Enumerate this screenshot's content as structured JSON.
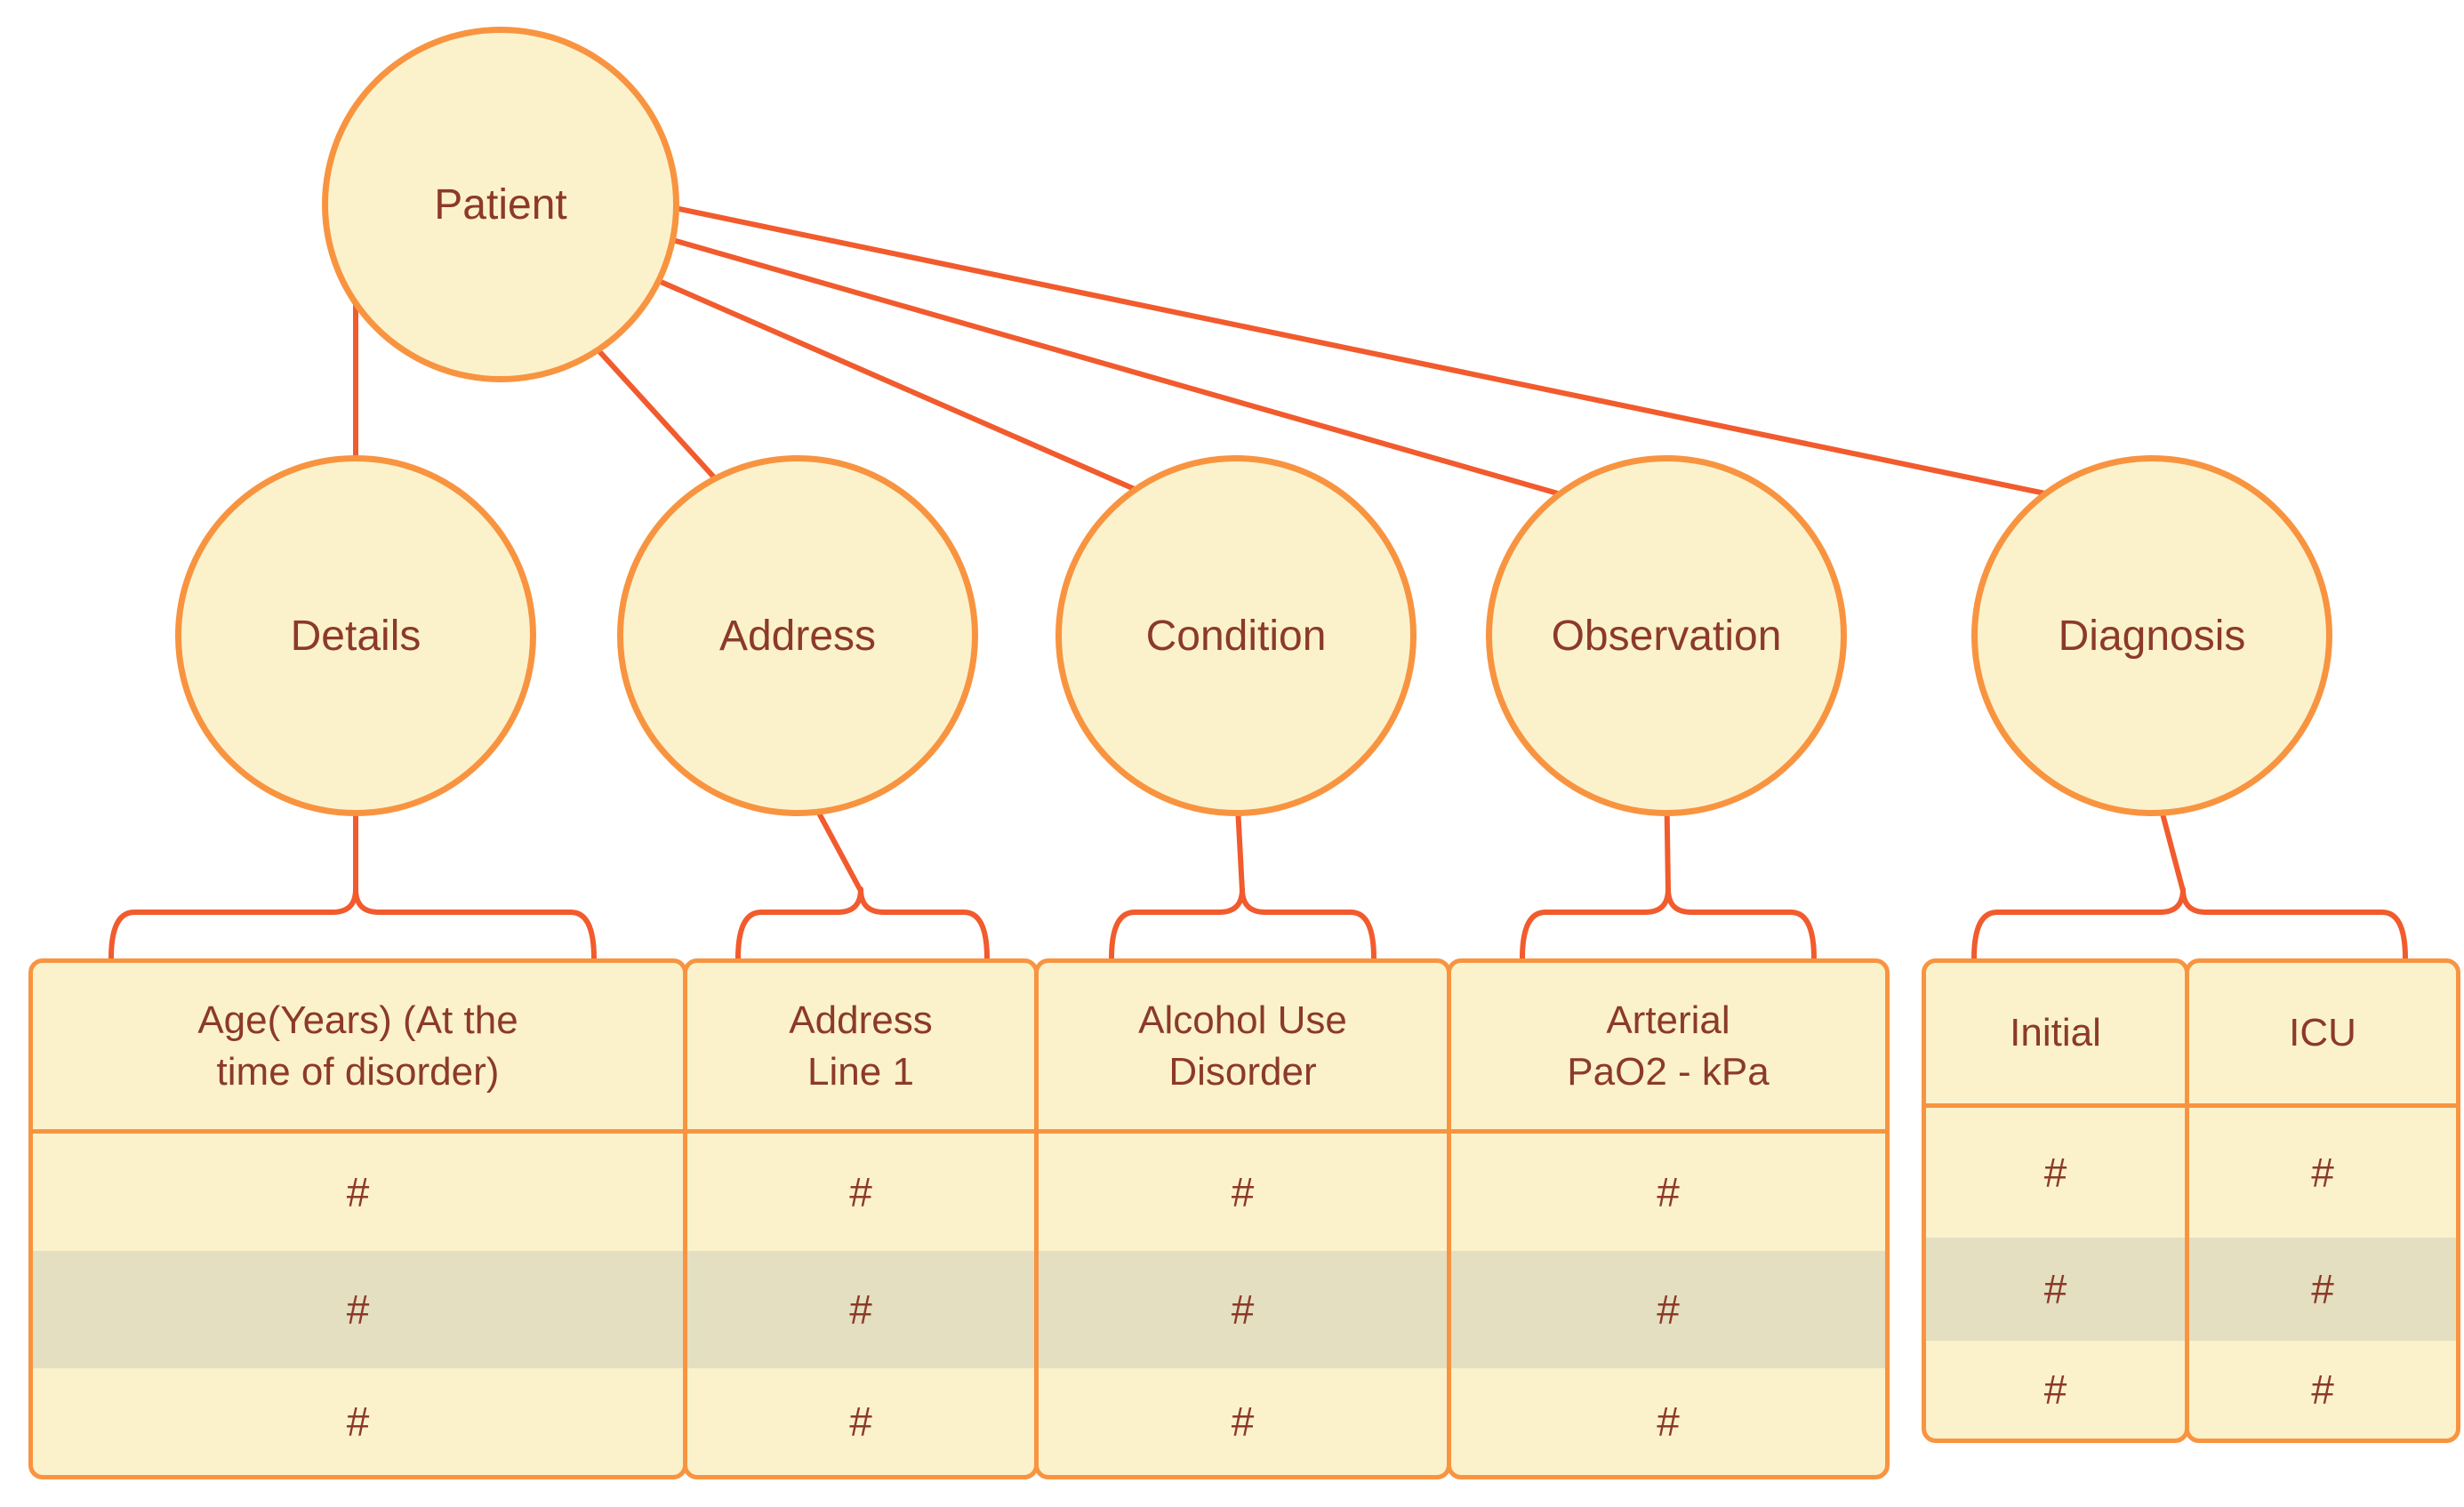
{
  "colors": {
    "background": "#FFFFFF",
    "node_fill": "#FBF2CC",
    "node_border": "#F89440",
    "table_border": "#F89440",
    "connector": "#F15B2D",
    "text": "#8C3A28",
    "row_stripe": "#E4DFC1"
  },
  "root": {
    "label": "Patient"
  },
  "entities": [
    {
      "label": "Details"
    },
    {
      "label": "Address"
    },
    {
      "label": "Condition"
    },
    {
      "label": "Observation"
    },
    {
      "label": "Diagnosis"
    }
  ],
  "tables": [
    {
      "header": "Age(Years) (At the\ntime of disorder)",
      "rows": [
        "#",
        "#",
        "#"
      ]
    },
    {
      "header": "Address\nLine 1",
      "rows": [
        "#",
        "#",
        "#"
      ]
    },
    {
      "header": "Alcohol Use\nDisorder",
      "rows": [
        "#",
        "#",
        "#"
      ]
    },
    {
      "header": "Arterial\nPaO2 - kPa",
      "rows": [
        "#",
        "#",
        "#"
      ]
    },
    {
      "header": "Initial",
      "rows": [
        "#",
        "#",
        "#"
      ]
    },
    {
      "header": "ICU",
      "rows": [
        "#",
        "#",
        "#"
      ]
    }
  ]
}
